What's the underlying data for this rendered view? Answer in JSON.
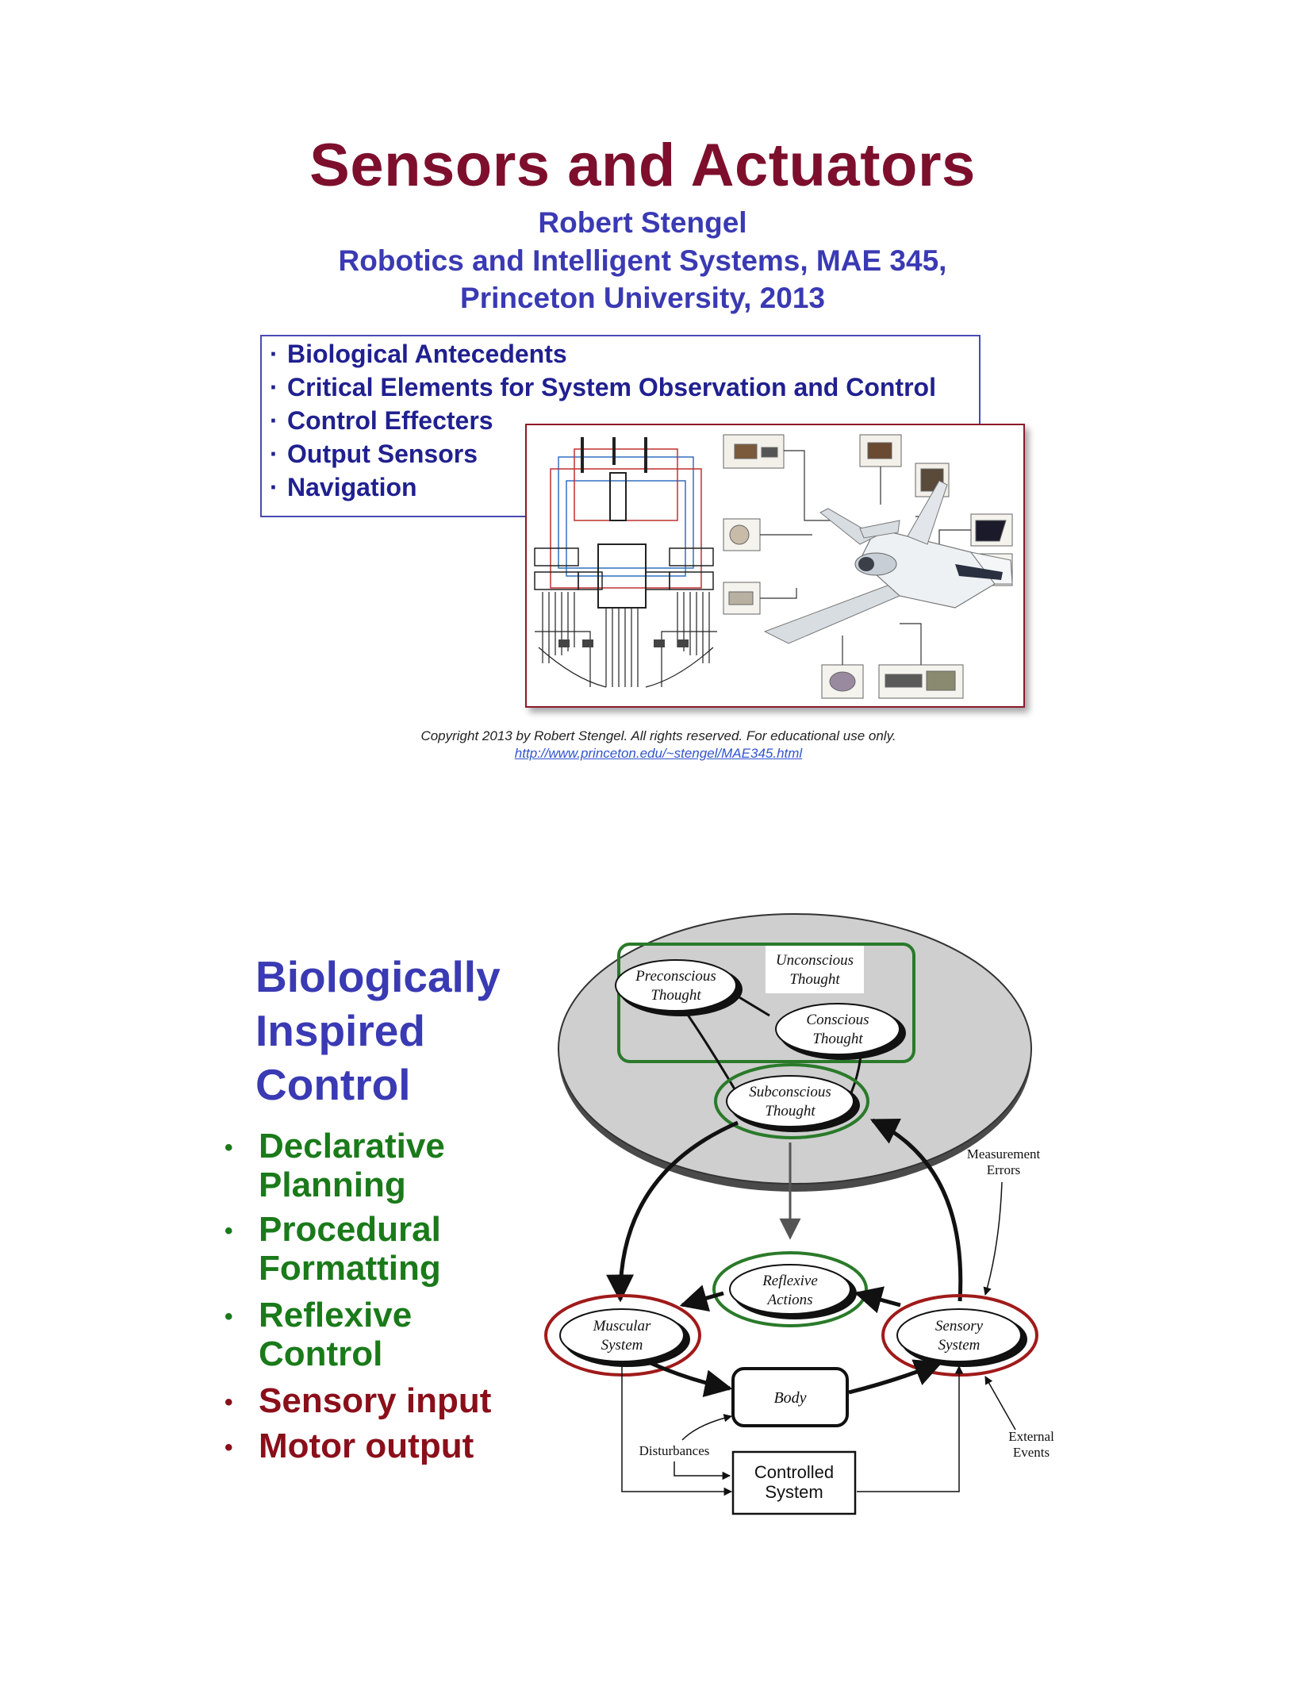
{
  "slide1": {
    "title": "Sensors and Actuators",
    "author": "Robert Stengel",
    "course": "Robotics and Intelligent Systems, MAE 345,",
    "university": "Princeton University, 2013",
    "topics": [
      "Biological Antecedents",
      "Critical Elements for System Observation and Control",
      "Control Effecters",
      "Output Sensors",
      "Navigation"
    ],
    "copyright": "Copyright 2013 by Robert Stengel.  All rights reserved.  For educational use only.",
    "url": "http://www.princeton.edu/~stengel/MAE345.html"
  },
  "slide2": {
    "title_lines": [
      "Biologically",
      "Inspired",
      "Control"
    ],
    "bullets": [
      {
        "lines": [
          "Declarative",
          "Planning"
        ],
        "color": "#1a7a1a"
      },
      {
        "lines": [
          "Procedural",
          "Formatting"
        ],
        "color": "#1a7a1a"
      },
      {
        "lines": [
          "Reflexive",
          "Control"
        ],
        "color": "#1a7a1a"
      },
      {
        "lines": [
          "Sensory input"
        ],
        "color": "#8a0f1a"
      },
      {
        "lines": [
          "Motor output"
        ],
        "color": "#8a0f1a"
      }
    ],
    "diagram": {
      "unconscious": [
        "Unconscious",
        "Thought"
      ],
      "preconscious": [
        "Preconscious",
        "Thought"
      ],
      "conscious": [
        "Conscious",
        "Thought"
      ],
      "subconscious": [
        "Subconscious",
        "Thought"
      ],
      "reflexive": [
        "Reflexive",
        "Actions"
      ],
      "muscular": [
        "Muscular",
        "System"
      ],
      "sensory": [
        "Sensory",
        "System"
      ],
      "body": "Body",
      "controlled": [
        "Controlled",
        "System"
      ],
      "measurement_errors": [
        "Measurement",
        "Errors"
      ],
      "disturbances": "Disturbances",
      "external_events": [
        "External",
        "Events"
      ]
    }
  }
}
